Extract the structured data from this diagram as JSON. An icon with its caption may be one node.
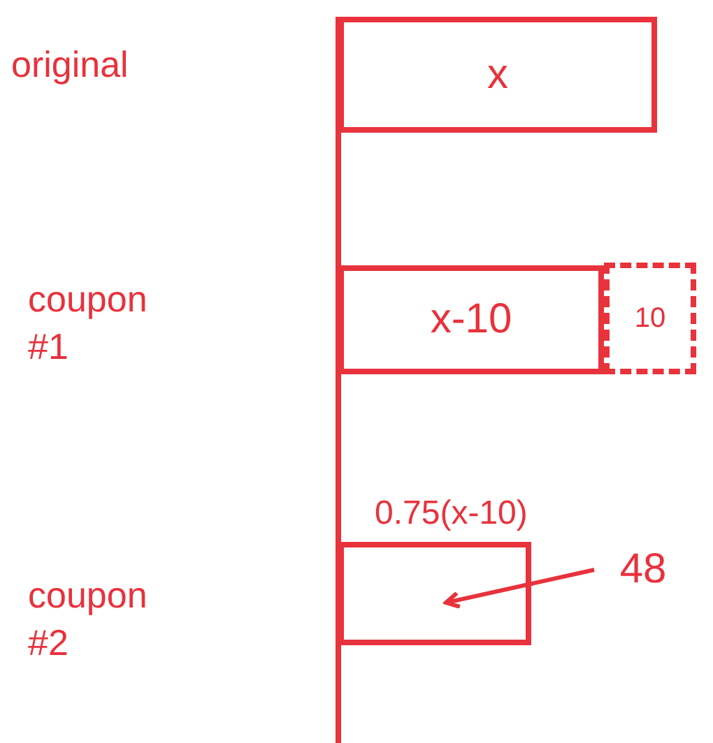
{
  "diagram": {
    "nodes": [
      {
        "text": [
          "x"
        ]
      },
      {
        "text": [
          "x-10"
        ]
      },
      {
        "text": [
          "10"
        ]
      },
      {
        "text": [
          "0.75(x-10)"
        ]
      },
      {
        "text": [
          "48"
        ]
      }
    ],
    "edges": [
      {
        "from": 4,
        "to": 3,
        "arrow": "to"
      }
    ],
    "labels": [
      "original",
      "coupon #1",
      "coupon #2"
    ]
  }
}
